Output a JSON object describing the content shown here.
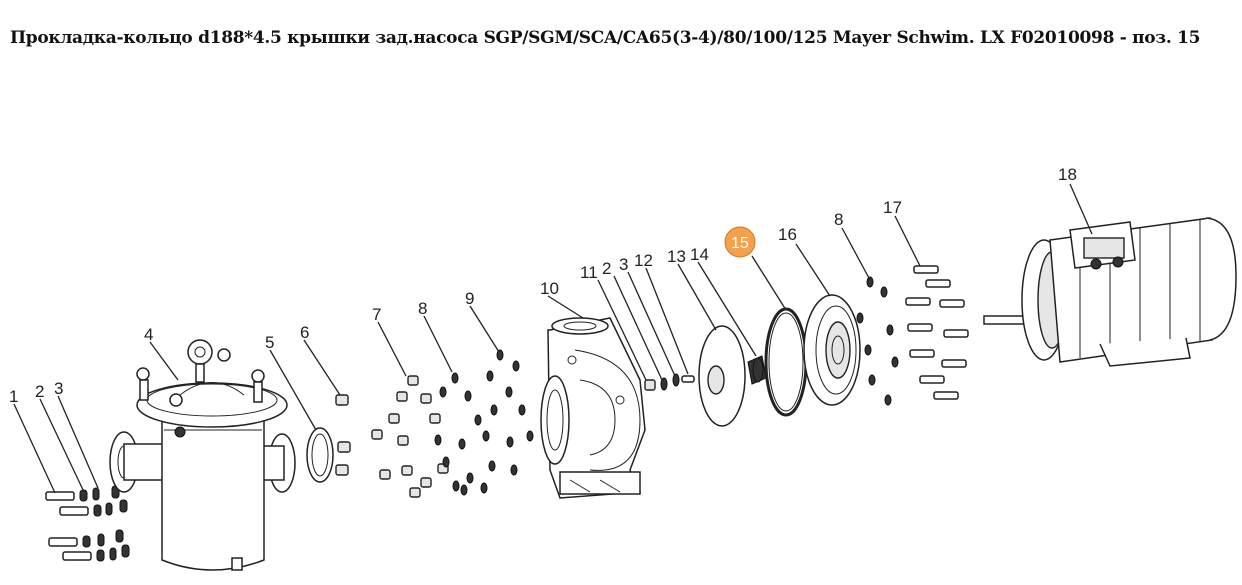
{
  "page": {
    "title": "Прокладка-кольцо d188*4.5 крышки зад.насоса SGP/SGM/SCA/CA65(3-4)/80/100/125 Mayer Schwim. LX F02010098 - поз. 15"
  },
  "diagram": {
    "labels": [
      "1",
      "2",
      "3",
      "4",
      "5",
      "6",
      "7",
      "8",
      "9",
      "10",
      "11",
      "2",
      "3",
      "12",
      "13",
      "14",
      "15",
      "16",
      "8",
      "17",
      "18"
    ],
    "highlighted": "15",
    "highlight_color": "#f5a04a"
  }
}
